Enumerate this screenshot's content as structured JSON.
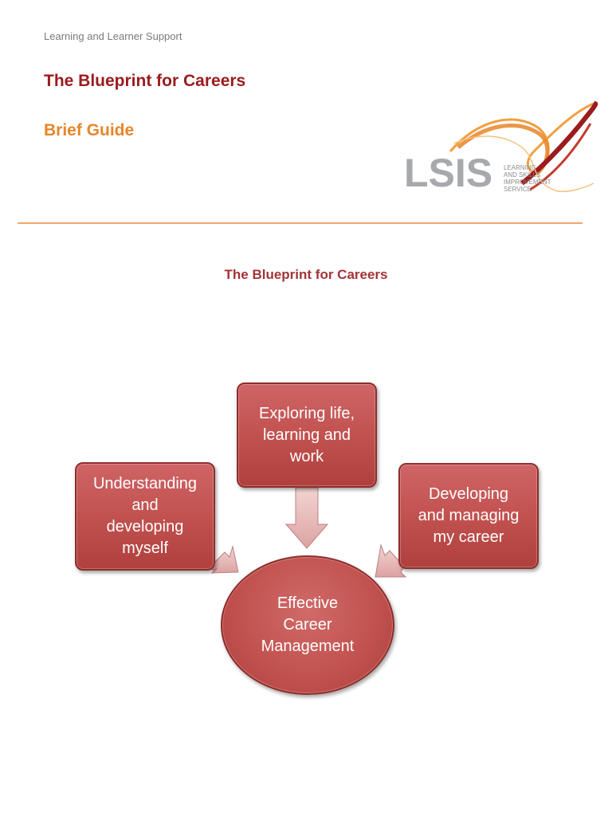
{
  "header": {
    "section": "Learning and Learner Support",
    "title": "The Blueprint for Careers",
    "subtitle": "Brief Guide"
  },
  "logo": {
    "wordmark": "LSIS",
    "tagline_lines": [
      "LEARNING",
      "AND SKILLS",
      "IMPROVEMENT",
      "SERVICE"
    ],
    "colors": {
      "wordmark": "#a7a9ac",
      "swirl_orange": "#e8852a",
      "swirl_red": "#9b1b1e"
    }
  },
  "diagram": {
    "title": "The Blueprint for Careers",
    "left_box": "Understanding\nand\ndeveloping\nmyself",
    "top_box": "Exploring life,\nlearning and\nwork",
    "right_box": "Developing\nand managing\nmy career",
    "center": "Effective\nCareer\nManagement",
    "colors": {
      "fill": "#c0504d",
      "border": "#8e2d2b",
      "arrow": "#e6b8b7"
    }
  }
}
